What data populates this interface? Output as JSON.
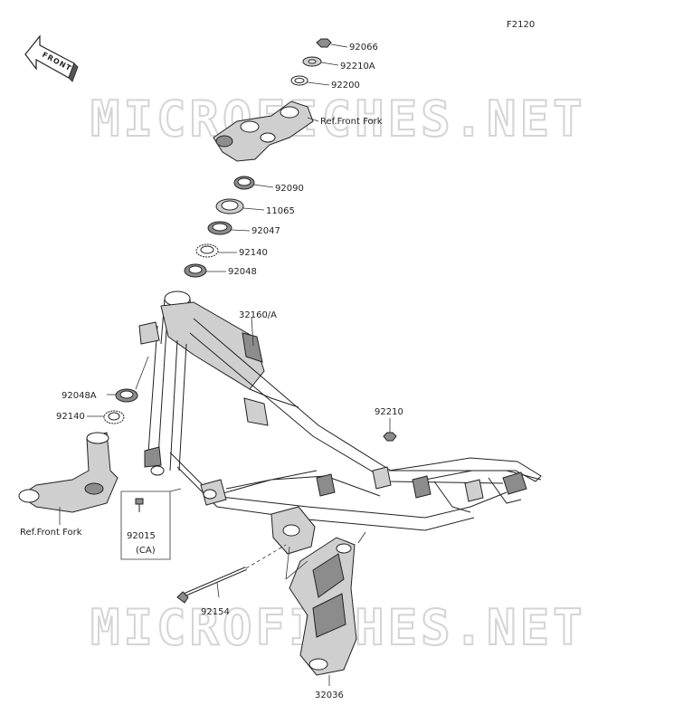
{
  "figure_code": "F2120",
  "front_label": "FRONT",
  "watermark": "MICROFICHES.NET",
  "parts": {
    "p92066": "92066",
    "p92210A": "92210A",
    "p92200": "92200",
    "ref_front_fork_top": "Ref.Front Fork",
    "p92090": "92090",
    "p11065": "11065",
    "p92047": "92047",
    "p92140": "92140",
    "p92048": "92048",
    "p32160A": "32160/A",
    "p92048A": "92048A",
    "p92140_left": "92140",
    "p92210": "92210",
    "ref_front_fork_bottom": "Ref.Front Fork",
    "p92015": "92015",
    "p92015_note": "(CA)",
    "p92154": "92154",
    "p32036": "32036"
  }
}
